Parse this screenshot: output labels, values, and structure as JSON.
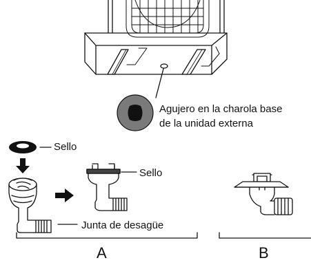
{
  "labels": {
    "hole_line1": "Agujero en la charola base",
    "hole_line2": "de la unidad externa",
    "seal_top": "Sello",
    "seal_assembled": "Sello",
    "drain_joint": "Junta de desagüe",
    "group_a": "A",
    "group_b": "B"
  },
  "colors": {
    "line": "#111111",
    "hole_fill": "#7a7a7a",
    "arrow": "#111111"
  },
  "icons": [
    "down-arrow-icon",
    "right-arrow-icon"
  ]
}
